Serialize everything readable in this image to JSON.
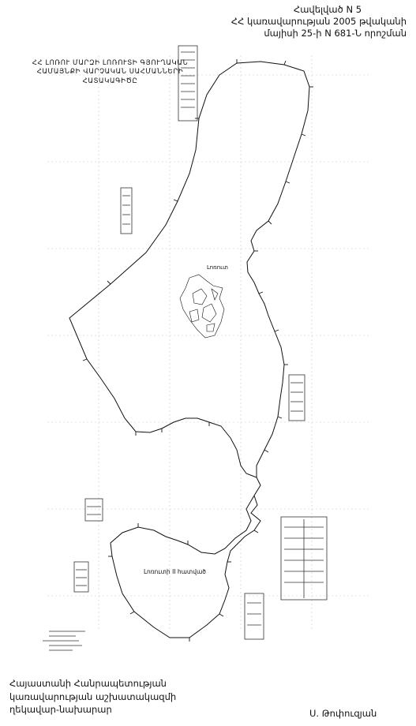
{
  "header": {
    "appendix": "Հավելված N 5",
    "decree_line1": "ՀՀ կառավարության 2005 թվականի",
    "decree_line2": "մայիսի 25-ի N 681-Ն որոշման"
  },
  "map_title": {
    "line1": "ՀՀ ԼՈՌՈՒ ՄԱՐԶԻ ԼՈՌՈՒՏԻ ԳՅՈՒՂԱԿԱՆ",
    "line2": "ՀԱՄԱՅՆՔԻ ՎԱՐՉԱԿԱՆ ՍԱՀՄԱՆՆԵՐԻ",
    "line3": "ՀԱՏԱԿԱԳԻԾԸ"
  },
  "map_labels": {
    "settlement_main": "Լոռուտ",
    "settlement_second": "Լոռուտի II հատված"
  },
  "footer": {
    "minister_line1": "Հայաստանի Հանրապետության",
    "minister_line2": "կառավարության աշխատակազմի",
    "minister_line3": "ղեկավար-նախարար",
    "signature": "Ս. Թոփուզյան"
  },
  "colors": {
    "ink": "#111111",
    "paper": "#ffffff",
    "grid": "#c8c8c8"
  }
}
